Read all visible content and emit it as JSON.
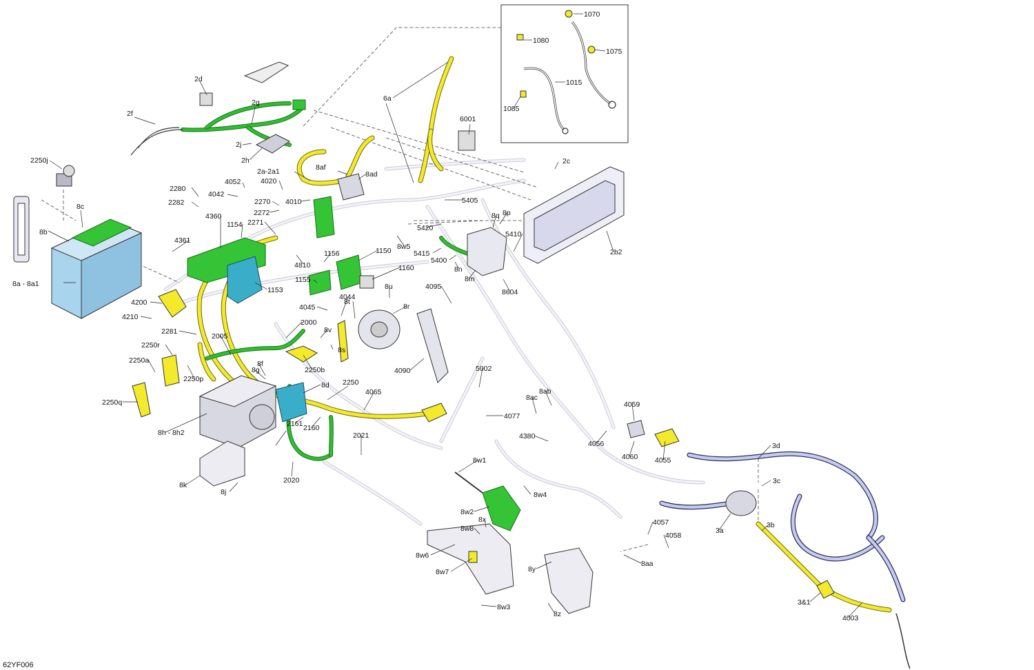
{
  "figure_code": "62YF006",
  "parts": [
    {
      "ref": "2250j"
    },
    {
      "ref": "8c"
    },
    {
      "ref": "8b"
    },
    {
      "ref": "8a - 8a1"
    },
    {
      "ref": "2d"
    },
    {
      "ref": "2f"
    },
    {
      "ref": "2g"
    },
    {
      "ref": "2j"
    },
    {
      "ref": "2h"
    },
    {
      "ref": "6a"
    },
    {
      "ref": "6001"
    },
    {
      "ref": "8af"
    },
    {
      "ref": "8ad"
    },
    {
      "ref": "2a-2a1"
    },
    {
      "ref": "2c"
    },
    {
      "ref": "2b2"
    },
    {
      "ref": "1070"
    },
    {
      "ref": "1080"
    },
    {
      "ref": "1075"
    },
    {
      "ref": "1015"
    },
    {
      "ref": "1085"
    },
    {
      "ref": "2280"
    },
    {
      "ref": "2282"
    },
    {
      "ref": "4042"
    },
    {
      "ref": "4052"
    },
    {
      "ref": "4020"
    },
    {
      "ref": "2270"
    },
    {
      "ref": "4010"
    },
    {
      "ref": "2272"
    },
    {
      "ref": "4360"
    },
    {
      "ref": "1154"
    },
    {
      "ref": "2271"
    },
    {
      "ref": "4361"
    },
    {
      "ref": "4810"
    },
    {
      "ref": "1156"
    },
    {
      "ref": "1150"
    },
    {
      "ref": "1153"
    },
    {
      "ref": "1155"
    },
    {
      "ref": "1160"
    },
    {
      "ref": "5405"
    },
    {
      "ref": "5420"
    },
    {
      "ref": "8w5"
    },
    {
      "ref": "5415"
    },
    {
      "ref": "5400"
    },
    {
      "ref": "8q"
    },
    {
      "ref": "8p"
    },
    {
      "ref": "5410"
    },
    {
      "ref": "8n"
    },
    {
      "ref": "8m"
    },
    {
      "ref": "8604"
    },
    {
      "ref": "4200"
    },
    {
      "ref": "4210"
    },
    {
      "ref": "4045"
    },
    {
      "ref": "4044"
    },
    {
      "ref": "8u"
    },
    {
      "ref": "4095"
    },
    {
      "ref": "8t"
    },
    {
      "ref": "8r"
    },
    {
      "ref": "2281"
    },
    {
      "ref": "2000"
    },
    {
      "ref": "2005"
    },
    {
      "ref": "8v"
    },
    {
      "ref": "2250r"
    },
    {
      "ref": "2250a"
    },
    {
      "ref": "2250b"
    },
    {
      "ref": "8s"
    },
    {
      "ref": "4090"
    },
    {
      "ref": "8f"
    },
    {
      "ref": "8g"
    },
    {
      "ref": "2250p"
    },
    {
      "ref": "8d"
    },
    {
      "ref": "2250"
    },
    {
      "ref": "4065"
    },
    {
      "ref": "5002"
    },
    {
      "ref": "2250q"
    },
    {
      "ref": "8h - 8h2"
    },
    {
      "ref": "2161"
    },
    {
      "ref": "2160"
    },
    {
      "ref": "4077"
    },
    {
      "ref": "8ab"
    },
    {
      "ref": "8ac"
    },
    {
      "ref": "4059"
    },
    {
      "ref": "4380"
    },
    {
      "ref": "4056"
    },
    {
      "ref": "4060"
    },
    {
      "ref": "4055"
    },
    {
      "ref": "2021"
    },
    {
      "ref": "2020"
    },
    {
      "ref": "8k"
    },
    {
      "ref": "8j"
    },
    {
      "ref": "8w1"
    },
    {
      "ref": "8w4"
    },
    {
      "ref": "3d"
    },
    {
      "ref": "3c"
    },
    {
      "ref": "3a"
    },
    {
      "ref": "3b"
    },
    {
      "ref": "8w2"
    },
    {
      "ref": "8w8"
    },
    {
      "ref": "8x"
    },
    {
      "ref": "4057"
    },
    {
      "ref": "4058"
    },
    {
      "ref": "8w6"
    },
    {
      "ref": "8w7"
    },
    {
      "ref": "8y"
    },
    {
      "ref": "8aa"
    },
    {
      "ref": "3&1"
    },
    {
      "ref": "4003"
    },
    {
      "ref": "8w3"
    },
    {
      "ref": "8z"
    }
  ],
  "colors": {
    "battery": "#a8d4ee",
    "green_part": "#35c435",
    "yellow_part": "#f2ea2a",
    "cyan_part": "#3aaec8",
    "harness": "#c8cbf0",
    "ghost": "#e6e6ee"
  }
}
